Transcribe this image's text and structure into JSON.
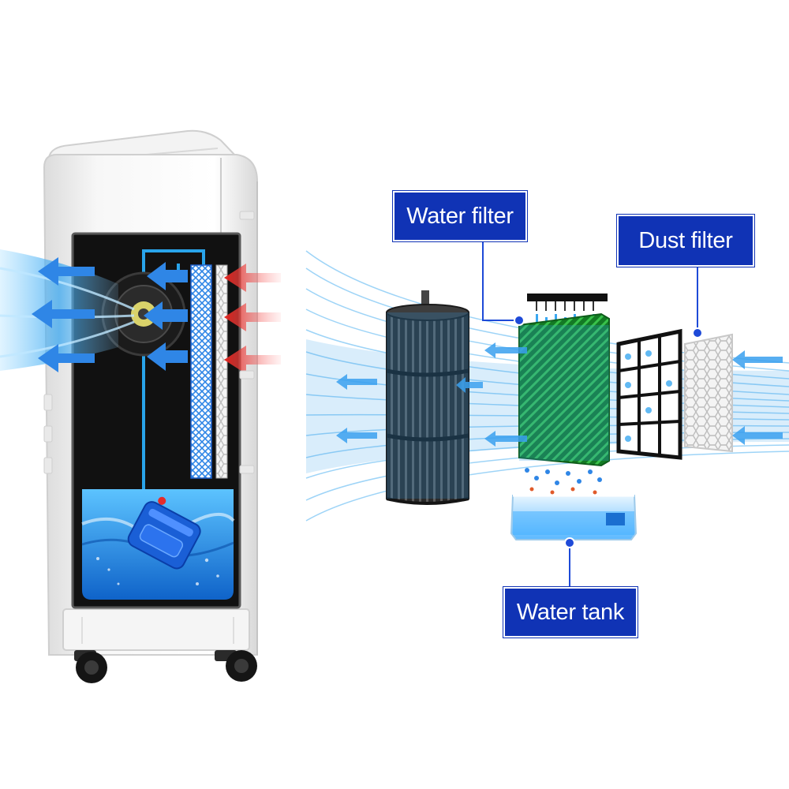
{
  "labels": {
    "water_filter": "Water filter",
    "dust_filter": "Dust filter",
    "water_tank": "Water tank"
  },
  "colors": {
    "label_bg": "#1033b5",
    "leader_line": "#1e4ad8",
    "cool_air": "#2f8fe8",
    "warm_air": "#e0201b",
    "filter_green": "#1f9a2e",
    "water": "#3aa7f0",
    "panel_black": "#111111"
  },
  "icons": [
    "cool-air-arrow",
    "warm-air-arrow",
    "fan-motor",
    "ice-pack",
    "caster-wheel"
  ]
}
